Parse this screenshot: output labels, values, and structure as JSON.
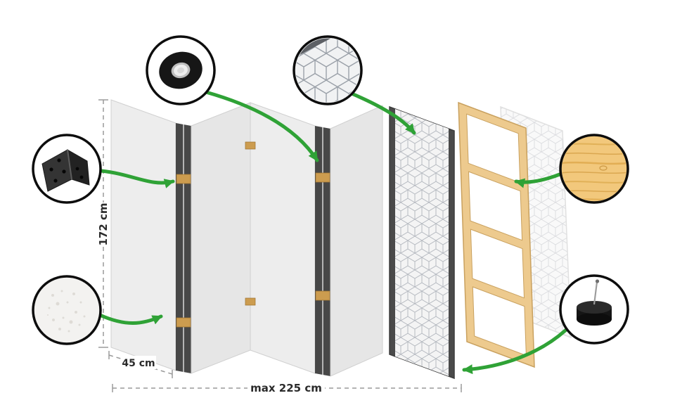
{
  "dimensions": {
    "height": "172 cm",
    "panel_width": "45 cm",
    "max_total_width": "max 225 cm"
  },
  "callouts": [
    {
      "name": "hinge-icon"
    },
    {
      "name": "tape-roll-icon"
    },
    {
      "name": "fabric-texture-icon"
    },
    {
      "name": "pattern-texture-icon"
    },
    {
      "name": "wood-texture-icon"
    },
    {
      "name": "felt-pad-icon"
    }
  ],
  "colors": {
    "accent_green": "#2fa236",
    "panel_light": "#ececec",
    "edge_dark": "#4a4a4a",
    "wood_tan": "#edca8e",
    "dimension_text": "#2b2b2b",
    "background": "#ffffff"
  }
}
